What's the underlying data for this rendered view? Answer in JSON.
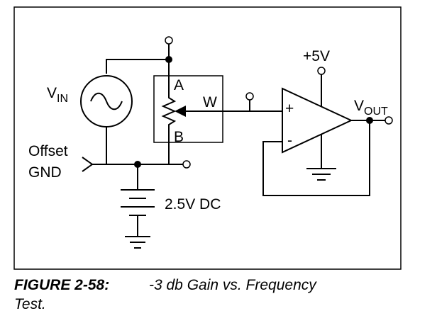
{
  "labels": {
    "vin_main": "V",
    "vin_sub": "IN",
    "pot_a": "A",
    "pot_b": "B",
    "wiper": "W",
    "offset": "Offset",
    "gnd": "GND",
    "battery": "2.5V DC",
    "supply": "+5V",
    "plus": "+",
    "minus": "-",
    "vout_main": "V",
    "vout_sub": "OUT"
  },
  "caption": {
    "figure": "FIGURE 2-58:",
    "title": "-3 db Gain vs. Frequency",
    "title_cont": "Test."
  }
}
